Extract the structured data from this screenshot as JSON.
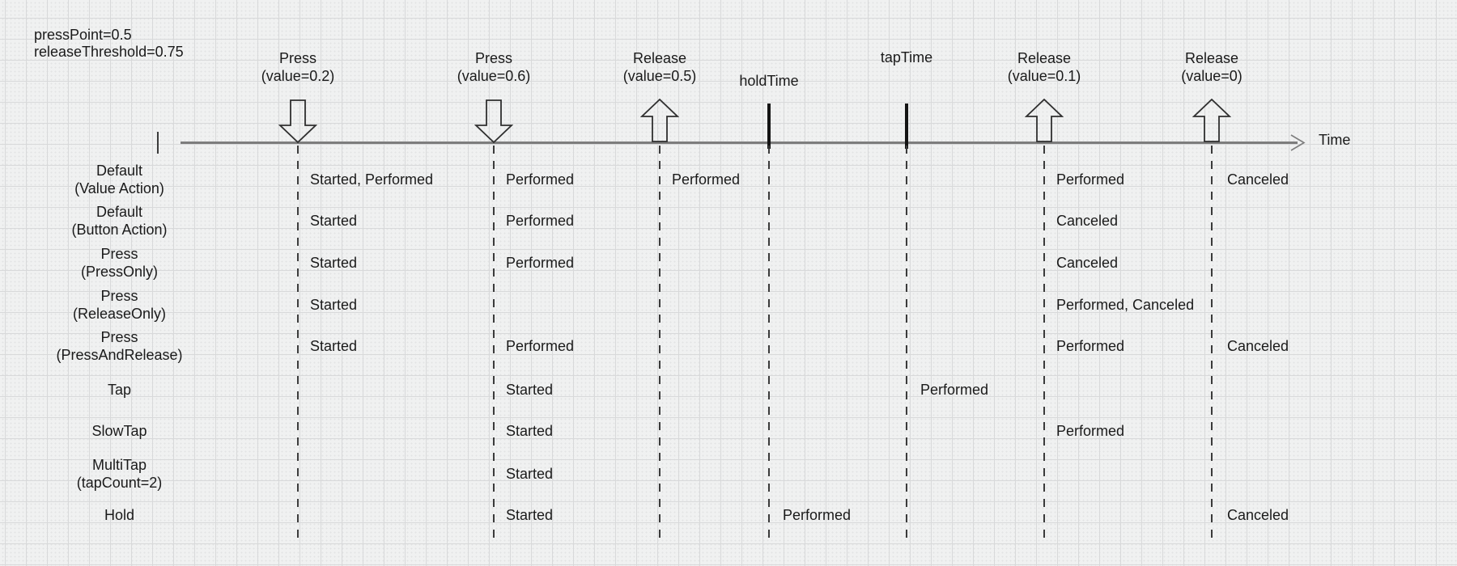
{
  "annotations": {
    "press_point": "pressPoint=0.5",
    "release_threshold": "releaseThreshold=0.75"
  },
  "timeline": {
    "axis_label": "Time",
    "markers": {
      "press1": {
        "label": "Press",
        "sublabel": "(value=0.2)",
        "glyph": "press-down-arrow"
      },
      "press2": {
        "label": "Press",
        "sublabel": "(value=0.6)",
        "glyph": "press-down-arrow"
      },
      "release1": {
        "label": "Release",
        "sublabel": "(value=0.5)",
        "glyph": "release-up-arrow"
      },
      "holdTime": {
        "label": "holdTime",
        "glyph": "time-tick"
      },
      "tapTime": {
        "label": "tapTime",
        "glyph": "time-tick"
      },
      "release2": {
        "label": "Release",
        "sublabel": "(value=0.1)",
        "glyph": "release-up-arrow"
      },
      "release3": {
        "label": "Release",
        "sublabel": "(value=0)",
        "glyph": "release-up-arrow"
      }
    }
  },
  "rows": [
    {
      "label": "Default",
      "sublabel": "(Value Action)",
      "events": {
        "press1": "Started, Performed",
        "press2": "Performed",
        "release1": "Performed",
        "release2": "Performed",
        "release3": "Canceled"
      }
    },
    {
      "label": "Default",
      "sublabel": "(Button Action)",
      "events": {
        "press1": "Started",
        "press2": "Performed",
        "release2": "Canceled"
      }
    },
    {
      "label": "Press",
      "sublabel": "(PressOnly)",
      "events": {
        "press1": "Started",
        "press2": "Performed",
        "release2": "Canceled"
      }
    },
    {
      "label": "Press",
      "sublabel": "(ReleaseOnly)",
      "events": {
        "press1": "Started",
        "release2": "Performed, Canceled"
      }
    },
    {
      "label": "Press",
      "sublabel": "(PressAndRelease)",
      "events": {
        "press1": "Started",
        "press2": "Performed",
        "release2": "Performed",
        "release3": "Canceled"
      }
    },
    {
      "label": "Tap",
      "events": {
        "press2": "Started",
        "tapTime": "Performed"
      }
    },
    {
      "label": "SlowTap",
      "events": {
        "press2": "Started",
        "release2": "Performed"
      }
    },
    {
      "label": "MultiTap",
      "sublabel": "(tapCount=2)",
      "events": {
        "press2": "Started"
      }
    },
    {
      "label": "Hold",
      "events": {
        "press2": "Started",
        "holdTime": "Performed",
        "release3": "Canceled"
      }
    }
  ],
  "colors": {
    "background": "#f0f1f1",
    "grid_line": "#d8d9da",
    "text": "#1a1a1a",
    "axis": "#7d7d7d",
    "guide_line": "#3b3b3b",
    "arrow_stroke": "#2f2f2f"
  }
}
